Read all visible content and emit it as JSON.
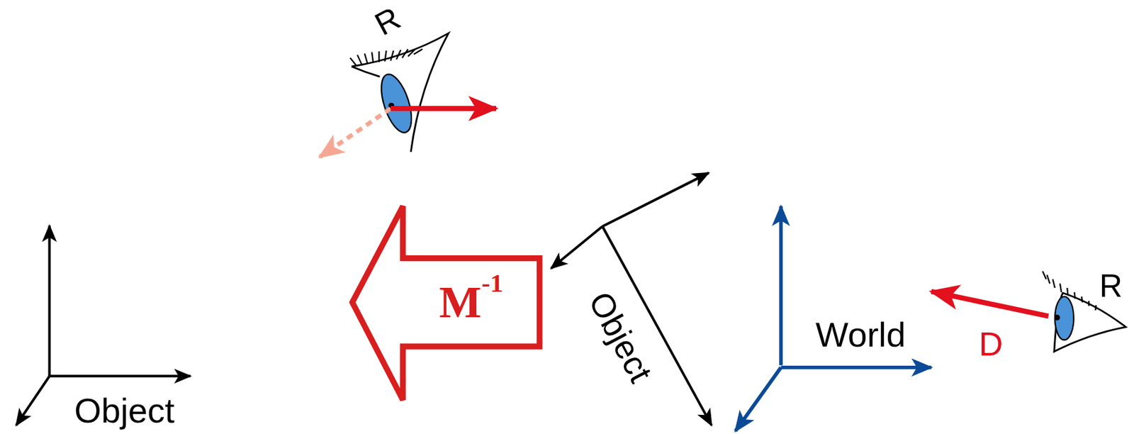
{
  "diagram": {
    "nodes": [
      {
        "text": [
          "M",
          "-1"
        ]
      }
    ],
    "labels": [
      "R",
      "Object",
      "Object",
      "World",
      "R",
      "D"
    ]
  }
}
